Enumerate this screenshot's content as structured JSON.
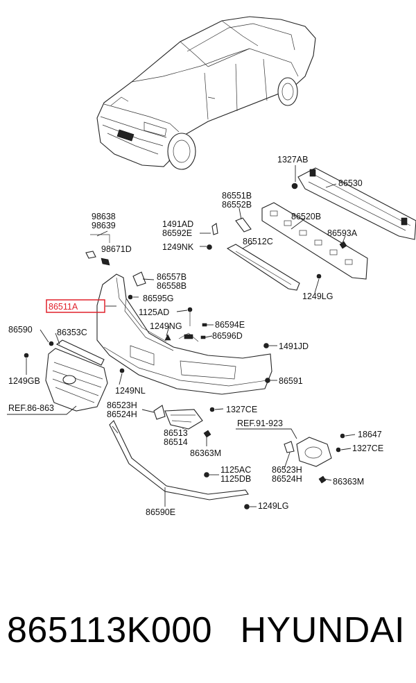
{
  "labels": {
    "l1327AB": "1327AB",
    "l86530": "86530",
    "l86551B": "86551B",
    "l86552B": "86552B",
    "l86520B": "86520B",
    "l98638": "98638",
    "l98639": "98639",
    "l1491AD": "1491AD",
    "l86592E": "86592E",
    "l86593A": "86593A",
    "l1249NK": "1249NK",
    "l86512C": "86512C",
    "l98671D": "98671D",
    "l86557B": "86557B",
    "l86558B": "86558B",
    "l1249LG_top": "1249LG",
    "l86511A": "86511A",
    "l86595G": "86595G",
    "l1125AD": "1125AD",
    "l86590": "86590",
    "l86353C": "86353C",
    "l1249NG": "1249NG",
    "l86594E": "86594E",
    "l86596D": "86596D",
    "l1491JD": "1491JD",
    "l1249GB": "1249GB",
    "l1249NL": "1249NL",
    "l86591": "86591",
    "lREF86863": "REF.86-863",
    "l86523H_a": "86523H",
    "l86524H_a": "86524H",
    "l1327CE_a": "1327CE",
    "lREF91923": "REF.91-923",
    "l86513": "86513",
    "l86514": "86514",
    "l18647": "18647",
    "l86363M_a": "86363M",
    "l1327CE_b": "1327CE",
    "l86523H_b": "86523H",
    "l86524H_b": "86524H",
    "l1125AC": "1125AC",
    "l1125DB": "1125DB",
    "l86363M_b": "86363M",
    "l1249LG_bot": "1249LG",
    "l86590E": "86590E"
  },
  "highlight_color": "#e0202a",
  "footer": {
    "part_number": "865113K000",
    "brand": "HYUNDAI"
  }
}
